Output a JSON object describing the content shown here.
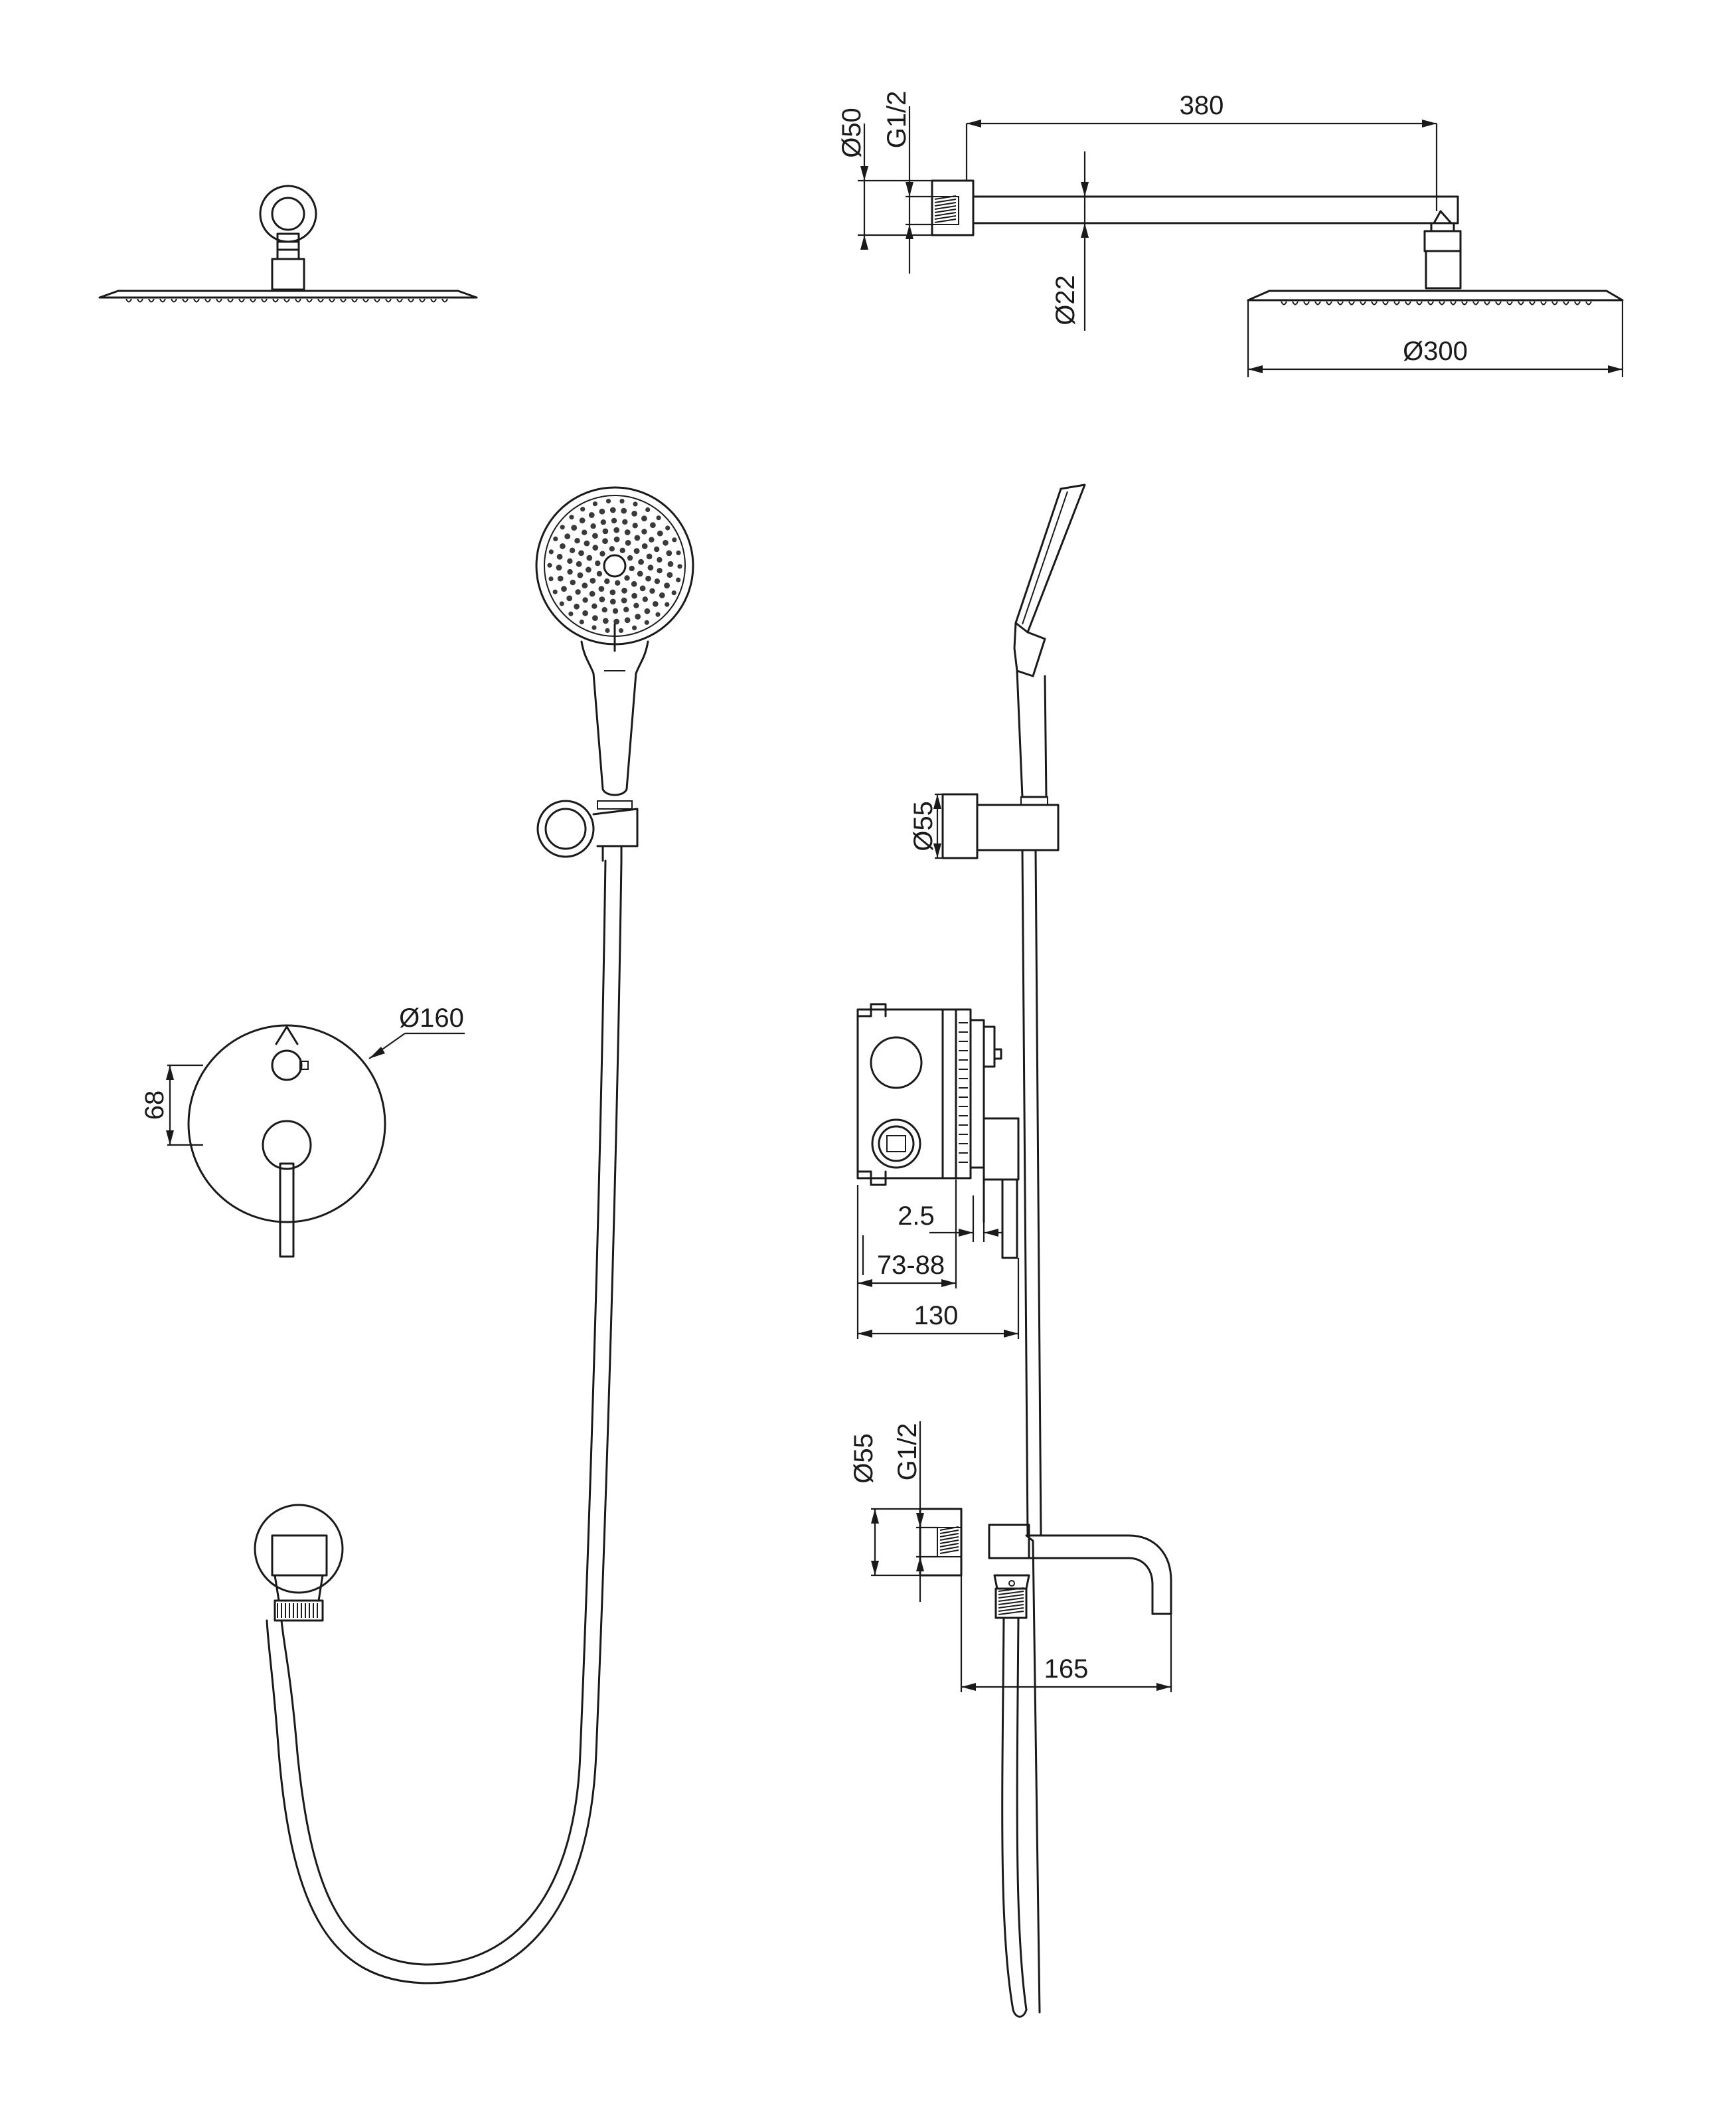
{
  "dimensions": {
    "arm_length": "380",
    "wall_flange_diameter_top": "Ø50",
    "thread_top": "G1/2",
    "arm_diameter": "Ø22",
    "head_diameter": "Ø300",
    "holder_diameter": "Ø55",
    "plate_diameter": "Ø160",
    "plate_spacing": "68",
    "gap": "2.5",
    "depth_range": "73-88",
    "total_depth": "130",
    "spout_flange_diameter": "Ø55",
    "thread_spout": "G1/2",
    "spout_length": "165"
  }
}
